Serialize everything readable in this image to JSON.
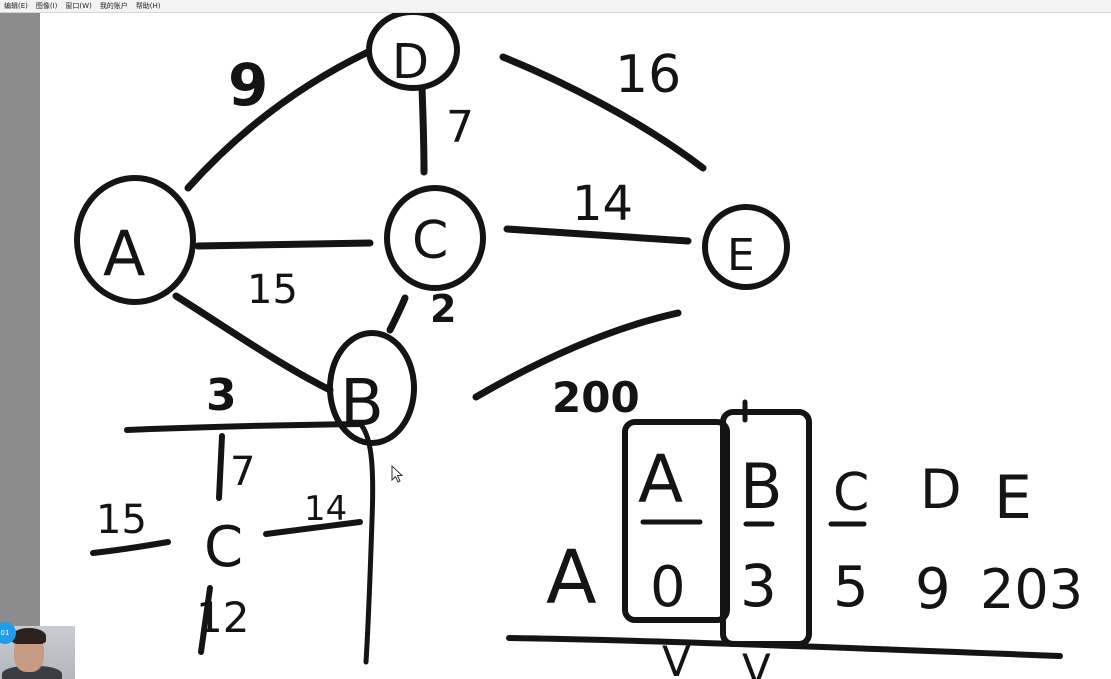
{
  "menubar": {
    "items": [
      {
        "label": "编辑(E)"
      },
      {
        "label": "图像(I)"
      },
      {
        "label": "窗口(W)"
      },
      {
        "label": "我的账户"
      },
      {
        "label": "帮助(H)"
      }
    ]
  },
  "graph": {
    "nodes": [
      "D",
      "A",
      "C",
      "E",
      "B"
    ],
    "edge_weights": {
      "a_d": "9",
      "d_e": "16",
      "d_c": "7",
      "c_e": "14",
      "a_c": "15",
      "c_b": "2",
      "b_e": "200"
    }
  },
  "tree_sketch": {
    "weight_top": "3",
    "weight_seven": "7",
    "weight_fifteen": "15",
    "weight_fourteen": "14",
    "weight_twelve": "12",
    "node_c": "C"
  },
  "distance_table": {
    "source": "A",
    "columns": [
      "A",
      "B",
      "C",
      "D",
      "E"
    ],
    "values": [
      "0",
      "3",
      "5",
      "9",
      "203"
    ],
    "visited_marks": [
      "V",
      "V"
    ]
  },
  "webcam": {
    "badge": "01"
  },
  "colors": {
    "ink": "#141414",
    "menubar": "#f3f3f3",
    "left_strip": "#8c8c8c",
    "badge": "#1e9be9"
  }
}
